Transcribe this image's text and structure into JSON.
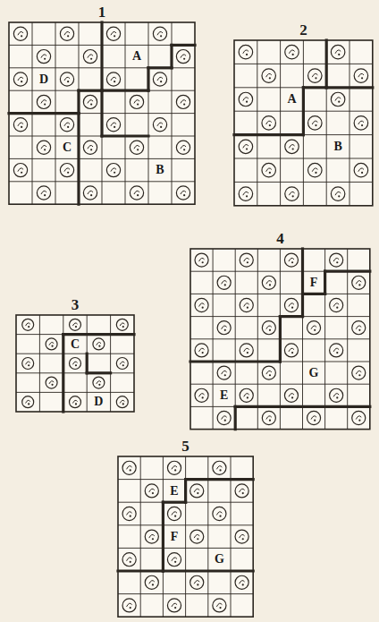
{
  "diagram": {
    "labels": [
      "1",
      "A",
      "D",
      "C",
      "B",
      "2",
      "A",
      "B",
      "3",
      "C",
      "D",
      "4",
      "F",
      "G",
      "E",
      "5",
      "E",
      "F",
      "G"
    ]
  }
}
